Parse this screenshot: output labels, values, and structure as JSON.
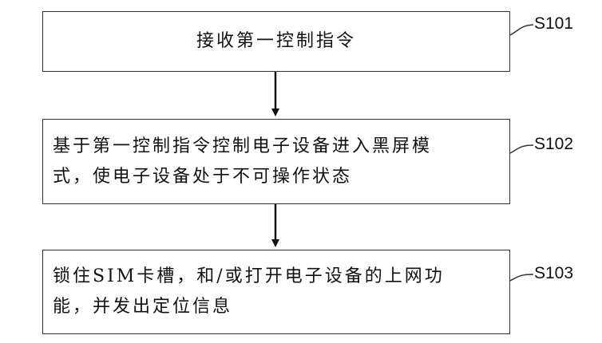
{
  "steps": [
    {
      "id": "S101",
      "text": "接收第一控制指令"
    },
    {
      "id": "S102",
      "text": "基于第一控制指令控制电子设备进入黑屏模式，使电子设备处于不可操作状态"
    },
    {
      "id": "S103",
      "text": "锁住SIM卡槽，和/或打开电子设备的上网功能，并发出定位信息"
    }
  ],
  "display": {
    "box2_lines": "基于第一控制指令控制电子设备进入黑屏模\n式，使电子设备处于不可操作状态",
    "box3_lines": "锁住SIM卡槽，和/或打开电子设备的上网功\n能，并发出定位信息"
  },
  "colors": {
    "border": "#333333",
    "arrow": "#111111",
    "background": "#ffffff"
  }
}
